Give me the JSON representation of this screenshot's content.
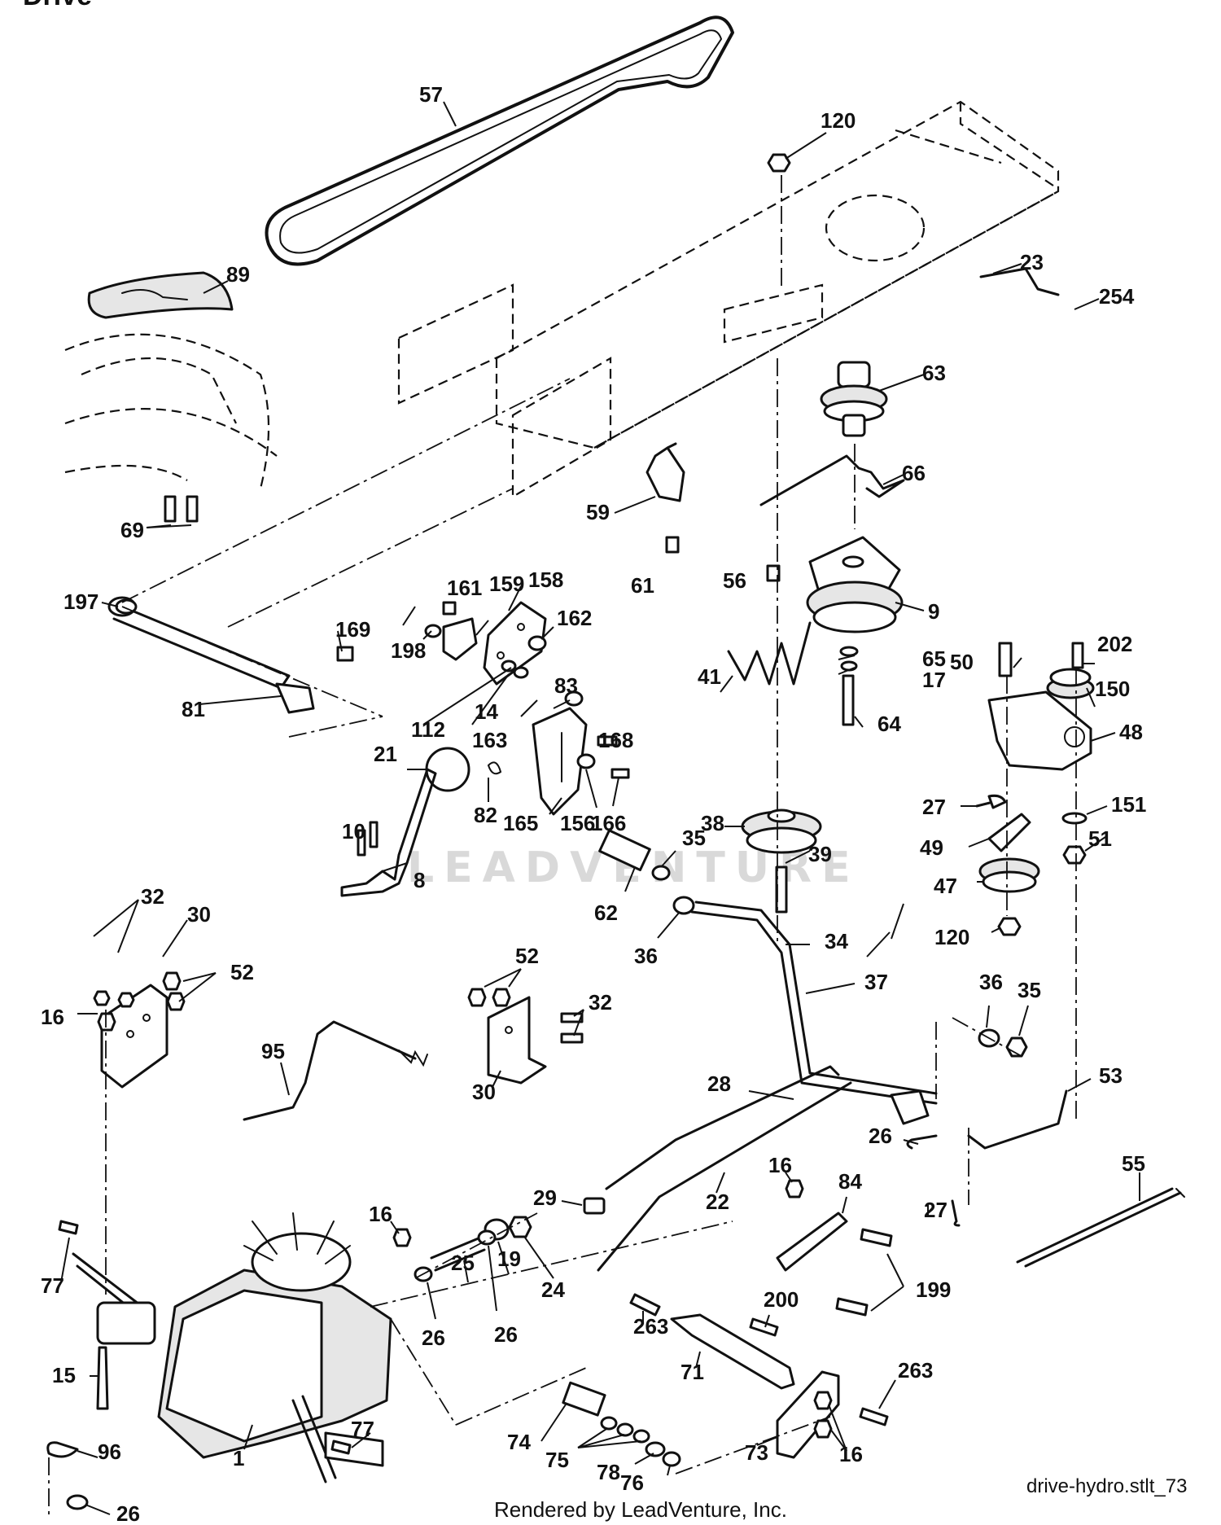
{
  "heading": "Drive",
  "watermark": "LEADVENTURE",
  "footer": {
    "credit": "Rendered by LeadVenture, Inc.",
    "diagram_id": "drive-hydro.stlt_73"
  },
  "labels": [
    "57",
    "120",
    "89",
    "23",
    "254",
    "63",
    "66",
    "59",
    "69",
    "61",
    "56",
    "9",
    "197",
    "161",
    "159",
    "158",
    "198",
    "169",
    "162",
    "65",
    "17",
    "50",
    "202",
    "150",
    "41",
    "81",
    "112",
    "14",
    "83",
    "163",
    "168",
    "64",
    "48",
    "21",
    "38",
    "27",
    "82",
    "165",
    "156",
    "166",
    "151",
    "51",
    "10",
    "39",
    "49",
    "35",
    "8",
    "62",
    "47",
    "32",
    "30",
    "36",
    "34",
    "120",
    "52",
    "37",
    "16",
    "36",
    "35",
    "52",
    "32",
    "95",
    "30",
    "53",
    "28",
    "26",
    "55",
    "29",
    "22",
    "16",
    "84",
    "27",
    "16",
    "25",
    "19",
    "24",
    "77",
    "199",
    "26",
    "26",
    "263",
    "200",
    "15",
    "71",
    "263",
    "77",
    "96",
    "74",
    "75",
    "73",
    "16",
    "78",
    "1",
    "76",
    "26"
  ]
}
